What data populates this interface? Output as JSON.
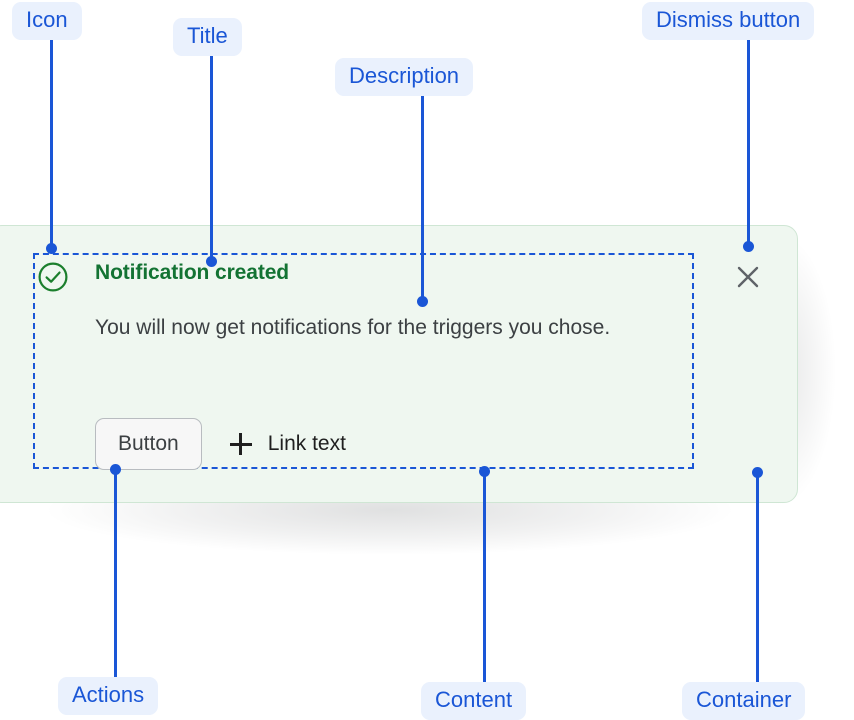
{
  "notification": {
    "icon": "check-circle-icon",
    "title": "Notification created",
    "description": "You will now get notifications for the triggers you chose.",
    "button_label": "Button",
    "link_label": "Link text",
    "link_icon": "plus-icon",
    "dismiss_icon": "close-icon",
    "colors": {
      "card_background": "#eff7f0",
      "card_border": "#cfe6d4",
      "title": "#137333",
      "description": "#3c4043",
      "icon": "#1b7f2d",
      "button_background": "#f7f7f7",
      "button_border": "#b8bcc0",
      "dismiss": "#5f6368"
    }
  },
  "annotations": {
    "accent": "#1a56d6",
    "badge_background": "#eaf1fd",
    "items": [
      {
        "id": "icon",
        "label": "Icon"
      },
      {
        "id": "title",
        "label": "Title"
      },
      {
        "id": "description",
        "label": "Description"
      },
      {
        "id": "dismiss-button",
        "label": "Dismiss button"
      },
      {
        "id": "actions",
        "label": "Actions"
      },
      {
        "id": "content",
        "label": "Content"
      },
      {
        "id": "container",
        "label": "Container"
      }
    ]
  }
}
